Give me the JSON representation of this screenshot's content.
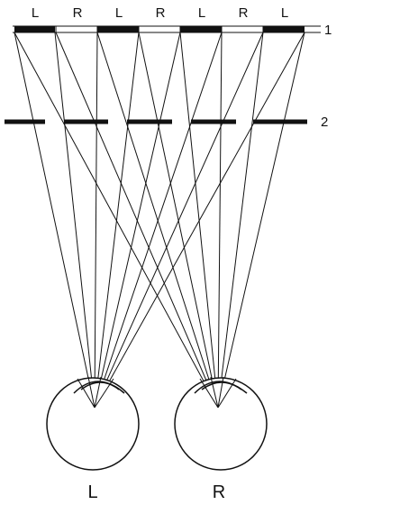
{
  "strip_labels": [
    "L",
    "R",
    "L",
    "R",
    "L",
    "R",
    "L"
  ],
  "layer_labels": {
    "display": "1",
    "barrier": "2"
  },
  "eye_labels": {
    "left": "L",
    "right": "R"
  },
  "colors": {
    "ink": "#111111",
    "background": "#ffffff"
  }
}
